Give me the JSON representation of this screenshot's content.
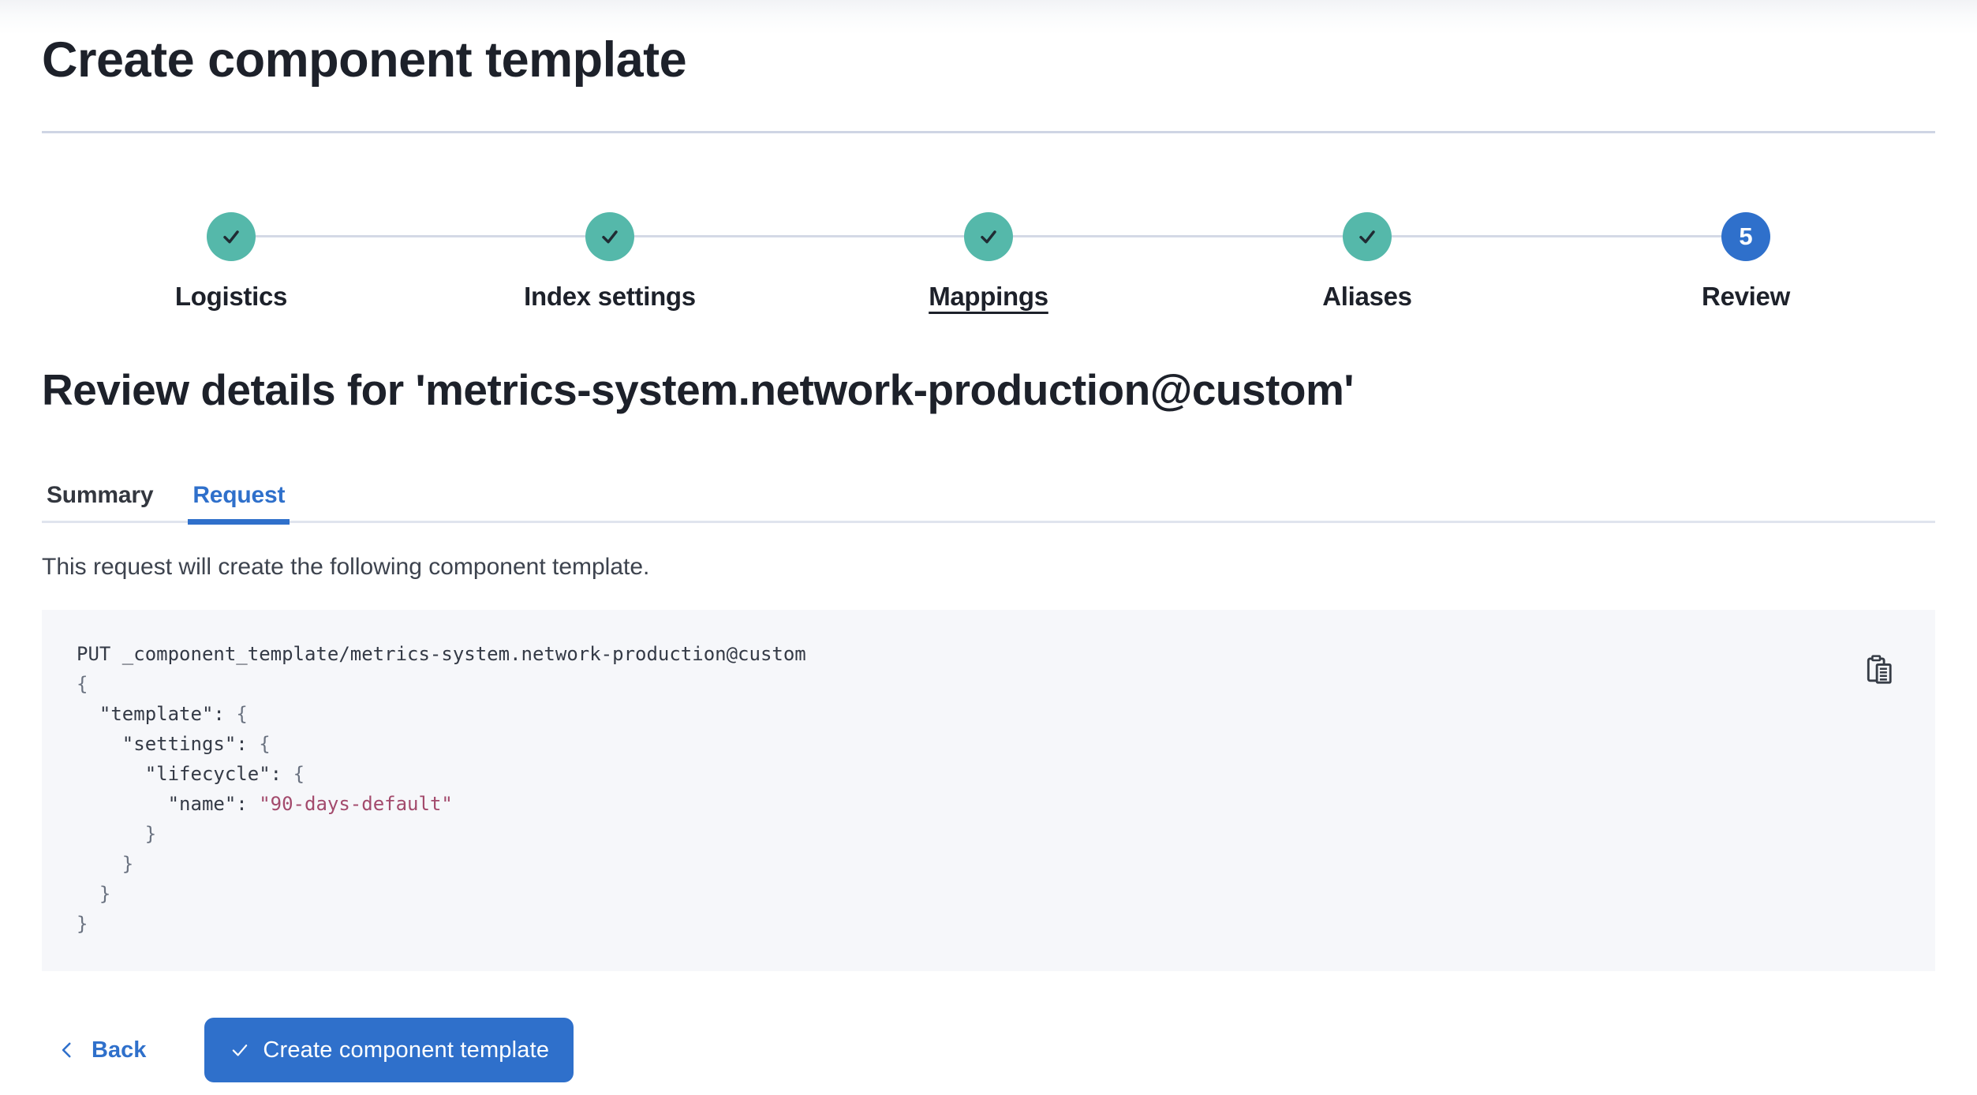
{
  "page": {
    "title": "Create component template",
    "review_heading": "Review details for 'metrics-system.network-production@custom'",
    "request_description": "This request will create the following component template."
  },
  "stepper": {
    "steps": [
      {
        "id": "logistics",
        "label": "Logistics",
        "state": "complete"
      },
      {
        "id": "index-settings",
        "label": "Index settings",
        "state": "complete"
      },
      {
        "id": "mappings",
        "label": "Mappings",
        "state": "complete",
        "underline": true
      },
      {
        "id": "aliases",
        "label": "Aliases",
        "state": "complete"
      },
      {
        "id": "review",
        "label": "Review",
        "state": "current",
        "number": "5"
      }
    ]
  },
  "tabs": [
    {
      "id": "summary",
      "label": "Summary",
      "active": false
    },
    {
      "id": "request",
      "label": "Request",
      "active": true
    }
  ],
  "request_preview": {
    "copy_icon": "copy-clipboard-icon",
    "lines": [
      {
        "tokens": [
          {
            "text": "PUT _component_template/metrics-system.network-production@custom",
            "style": "plain"
          }
        ]
      },
      {
        "tokens": [
          {
            "text": "{",
            "style": "punct"
          }
        ]
      },
      {
        "tokens": [
          {
            "text": "  ",
            "style": "plain"
          },
          {
            "text": "\"template\"",
            "style": "key"
          },
          {
            "text": ": ",
            "style": "plain"
          },
          {
            "text": "{",
            "style": "punct"
          }
        ]
      },
      {
        "tokens": [
          {
            "text": "    ",
            "style": "plain"
          },
          {
            "text": "\"settings\"",
            "style": "key"
          },
          {
            "text": ": ",
            "style": "plain"
          },
          {
            "text": "{",
            "style": "punct"
          }
        ]
      },
      {
        "tokens": [
          {
            "text": "      ",
            "style": "plain"
          },
          {
            "text": "\"lifecycle\"",
            "style": "key"
          },
          {
            "text": ": ",
            "style": "plain"
          },
          {
            "text": "{",
            "style": "punct"
          }
        ]
      },
      {
        "tokens": [
          {
            "text": "        ",
            "style": "plain"
          },
          {
            "text": "\"name\"",
            "style": "key"
          },
          {
            "text": ": ",
            "style": "plain"
          },
          {
            "text": "\"90-days-default\"",
            "style": "string"
          }
        ]
      },
      {
        "tokens": [
          {
            "text": "      }",
            "style": "punct"
          }
        ]
      },
      {
        "tokens": [
          {
            "text": "    }",
            "style": "punct"
          }
        ]
      },
      {
        "tokens": [
          {
            "text": "  }",
            "style": "punct"
          }
        ]
      },
      {
        "tokens": [
          {
            "text": "}",
            "style": "punct"
          }
        ]
      }
    ]
  },
  "footer": {
    "back_label": "Back",
    "create_label": "Create component template"
  },
  "icons": {
    "step_complete": "check-icon",
    "copy": "copy-clipboard-icon",
    "back": "chevron-left-icon",
    "create": "check-icon"
  },
  "colors": {
    "primary": "#2f70cb",
    "step_complete_teal": "#55b8aa",
    "step_check": "#202b33",
    "heading_text": "#1d212a",
    "body_text": "#3d434e",
    "code_background": "#f6f7fa",
    "code_text": "#343a46",
    "code_punctuation": "#6a7280",
    "code_string": "#a34a6c",
    "title_divider": "#cfd5e4",
    "tabs_divider": "#e0e4ee",
    "stepper_connector": "#d4d9e6"
  }
}
